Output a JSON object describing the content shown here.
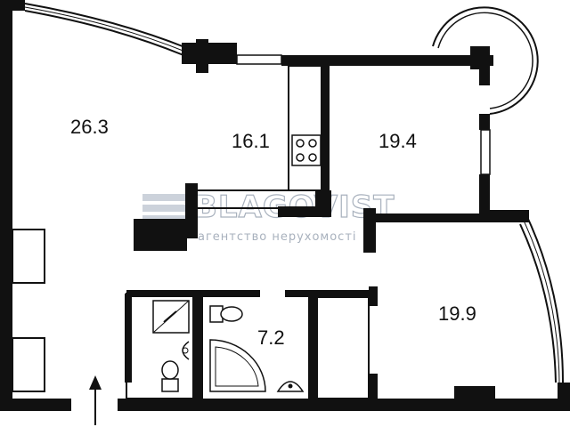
{
  "rooms": [
    {
      "id": "room-living",
      "area": "26.3"
    },
    {
      "id": "room-kitchen",
      "area": "16.1"
    },
    {
      "id": "room-bedroom-1",
      "area": "19.4"
    },
    {
      "id": "room-bedroom-2",
      "area": "19.9"
    },
    {
      "id": "room-bathroom",
      "area": "7.2"
    }
  ],
  "watermark": {
    "brand": "BLAGOVIST",
    "tagline": "агентство нерухомості"
  },
  "colors": {
    "wall": "#111111",
    "background": "#ffffff",
    "watermark": "#9aa4b2"
  }
}
